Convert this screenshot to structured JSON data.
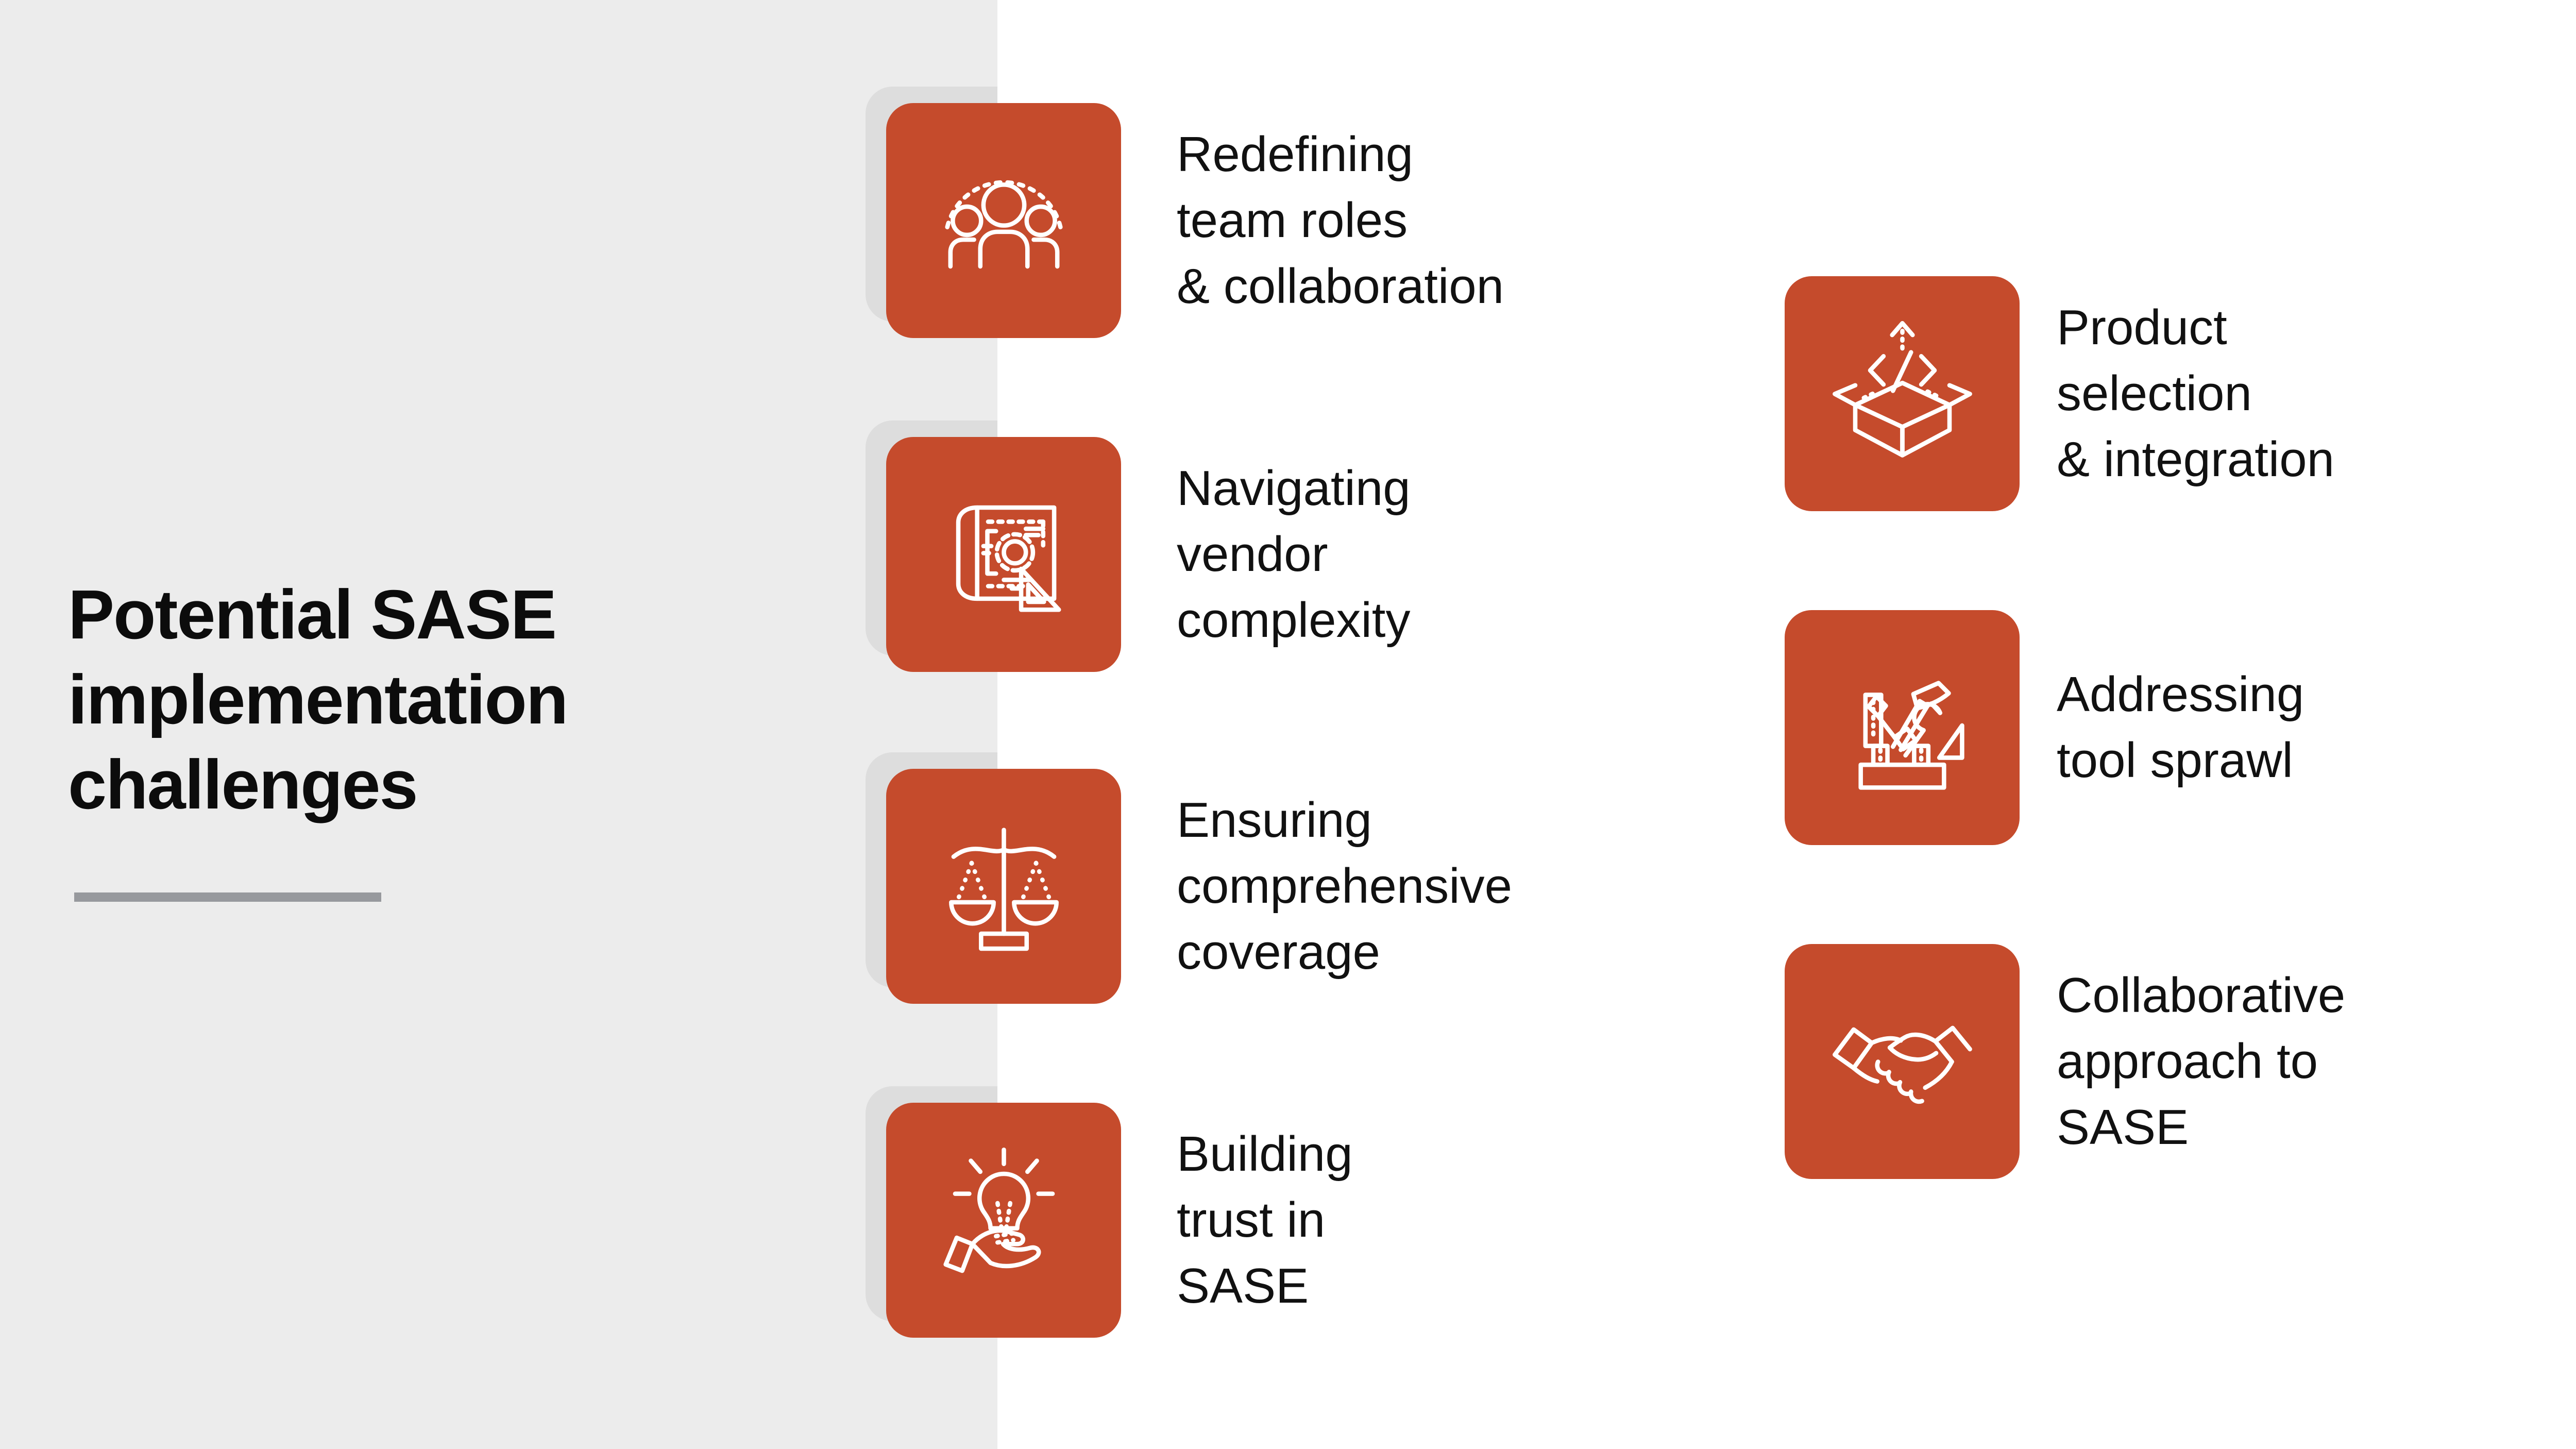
{
  "title": "Potential SASE\nimplementation\nchallenges",
  "colors": {
    "accent": "#c54b2c",
    "panel": "#ececec",
    "tile_shadow": "#dddddd",
    "rule": "#97999d",
    "text": "#111111",
    "title_color": "#0c0c0c",
    "icon_stroke": "#ffffff",
    "page_bg": "#ffffff"
  },
  "items": [
    {
      "id": "team-roles",
      "icon": "team-group-icon",
      "label": "Redefining\nteam roles\n& collaboration"
    },
    {
      "id": "vendor-complexity",
      "icon": "blueprint-icon",
      "label": "Navigating\nvendor\ncomplexity"
    },
    {
      "id": "comprehensive-coverage",
      "icon": "balance-scale-icon",
      "label": "Ensuring\ncomprehensive\ncoverage"
    },
    {
      "id": "trust-in-sase",
      "icon": "idea-hand-icon",
      "label": "Building\ntrust in\nSASE"
    },
    {
      "id": "product-selection",
      "icon": "product-box-icon",
      "label": "Product\nselection\n& integration"
    },
    {
      "id": "tool-sprawl",
      "icon": "toolbox-icon",
      "label": "Addressing\ntool sprawl"
    },
    {
      "id": "collaborative-approach",
      "icon": "handshake-icon",
      "label": "Collaborative\napproach to\nSASE"
    }
  ]
}
